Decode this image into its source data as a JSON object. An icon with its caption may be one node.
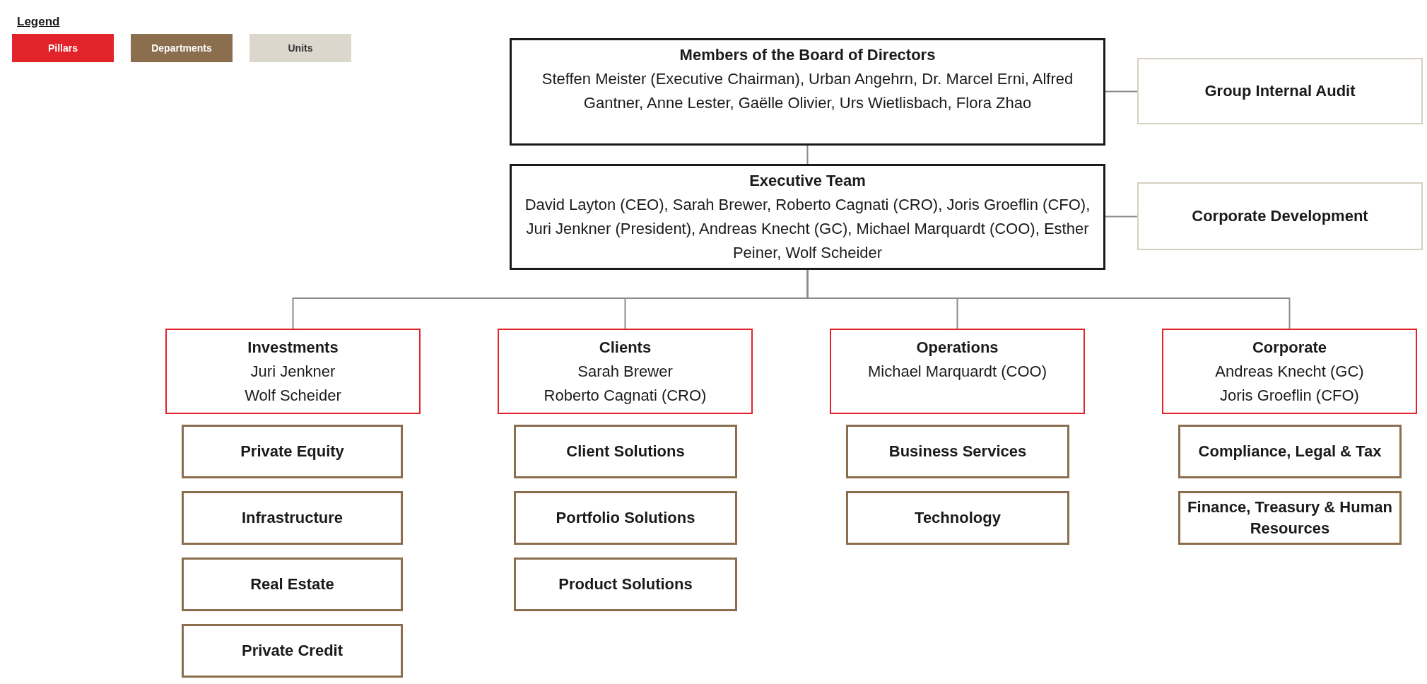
{
  "diagram": {
    "nodes": [
      {
        "text": [
          "Members of the Board of Directors",
          "Steffen Meister (Executive Chairman), Urban Angehrn, Dr. Marcel Erni, Alfred Gantner, Anne Lester, Gaëlle Olivier, Urs Wietlisbach, Flora Zhao"
        ]
      },
      {
        "text": [
          "Group Internal Audit"
        ]
      },
      {
        "text": [
          "Executive Team",
          "David Layton (CEO), Sarah Brewer, Roberto Cagnati (CRO), Joris Groeflin (CFO), Juri Jenkner (President), Andreas Knecht (GC), Michael Marquardt (COO), Esther Peiner, Wolf Scheider"
        ]
      },
      {
        "text": [
          "Corporate Development"
        ]
      },
      {
        "text": [
          "Investments",
          "Juri Jenkner",
          "Wolf Scheider"
        ]
      },
      {
        "text": [
          "Clients",
          "Sarah Brewer",
          "Roberto Cagnati (CRO)"
        ]
      },
      {
        "text": [
          "Operations",
          "Michael Marquardt (COO)"
        ]
      },
      {
        "text": [
          "Corporate",
          "Andreas Knecht (GC)",
          "Joris Groeflin (CFO)"
        ]
      },
      {
        "text": [
          "Private Equity"
        ]
      },
      {
        "text": [
          "Infrastructure"
        ]
      },
      {
        "text": [
          "Real Estate"
        ]
      },
      {
        "text": [
          "Private Credit"
        ]
      },
      {
        "text": [
          "Client Solutions"
        ]
      },
      {
        "text": [
          "Portfolio Solutions"
        ]
      },
      {
        "text": [
          "Product Solutions"
        ]
      },
      {
        "text": [
          "Business Services"
        ]
      },
      {
        "text": [
          "Technology"
        ]
      },
      {
        "text": [
          "Compliance, Legal & Tax"
        ]
      },
      {
        "text": [
          "Finance, Treasury & Human Resources"
        ]
      }
    ],
    "edges": [
      {
        "from": 0,
        "to": 2,
        "arrow": "none"
      },
      {
        "from": 0,
        "to": 1,
        "arrow": "none"
      },
      {
        "from": 2,
        "to": 3,
        "arrow": "none"
      },
      {
        "from": 2,
        "to": 4,
        "arrow": "none"
      },
      {
        "from": 2,
        "to": 5,
        "arrow": "none"
      },
      {
        "from": 2,
        "to": 6,
        "arrow": "none"
      },
      {
        "from": 2,
        "to": 7,
        "arrow": "none"
      }
    ],
    "labels": [
      "Legend"
    ],
    "legend": [
      {
        "text": "Pillars",
        "color": "#e2232a"
      },
      {
        "text": "Departments",
        "color": "#8b6e4e"
      },
      {
        "text": "Units",
        "color": "#dcd7cc"
      }
    ]
  }
}
